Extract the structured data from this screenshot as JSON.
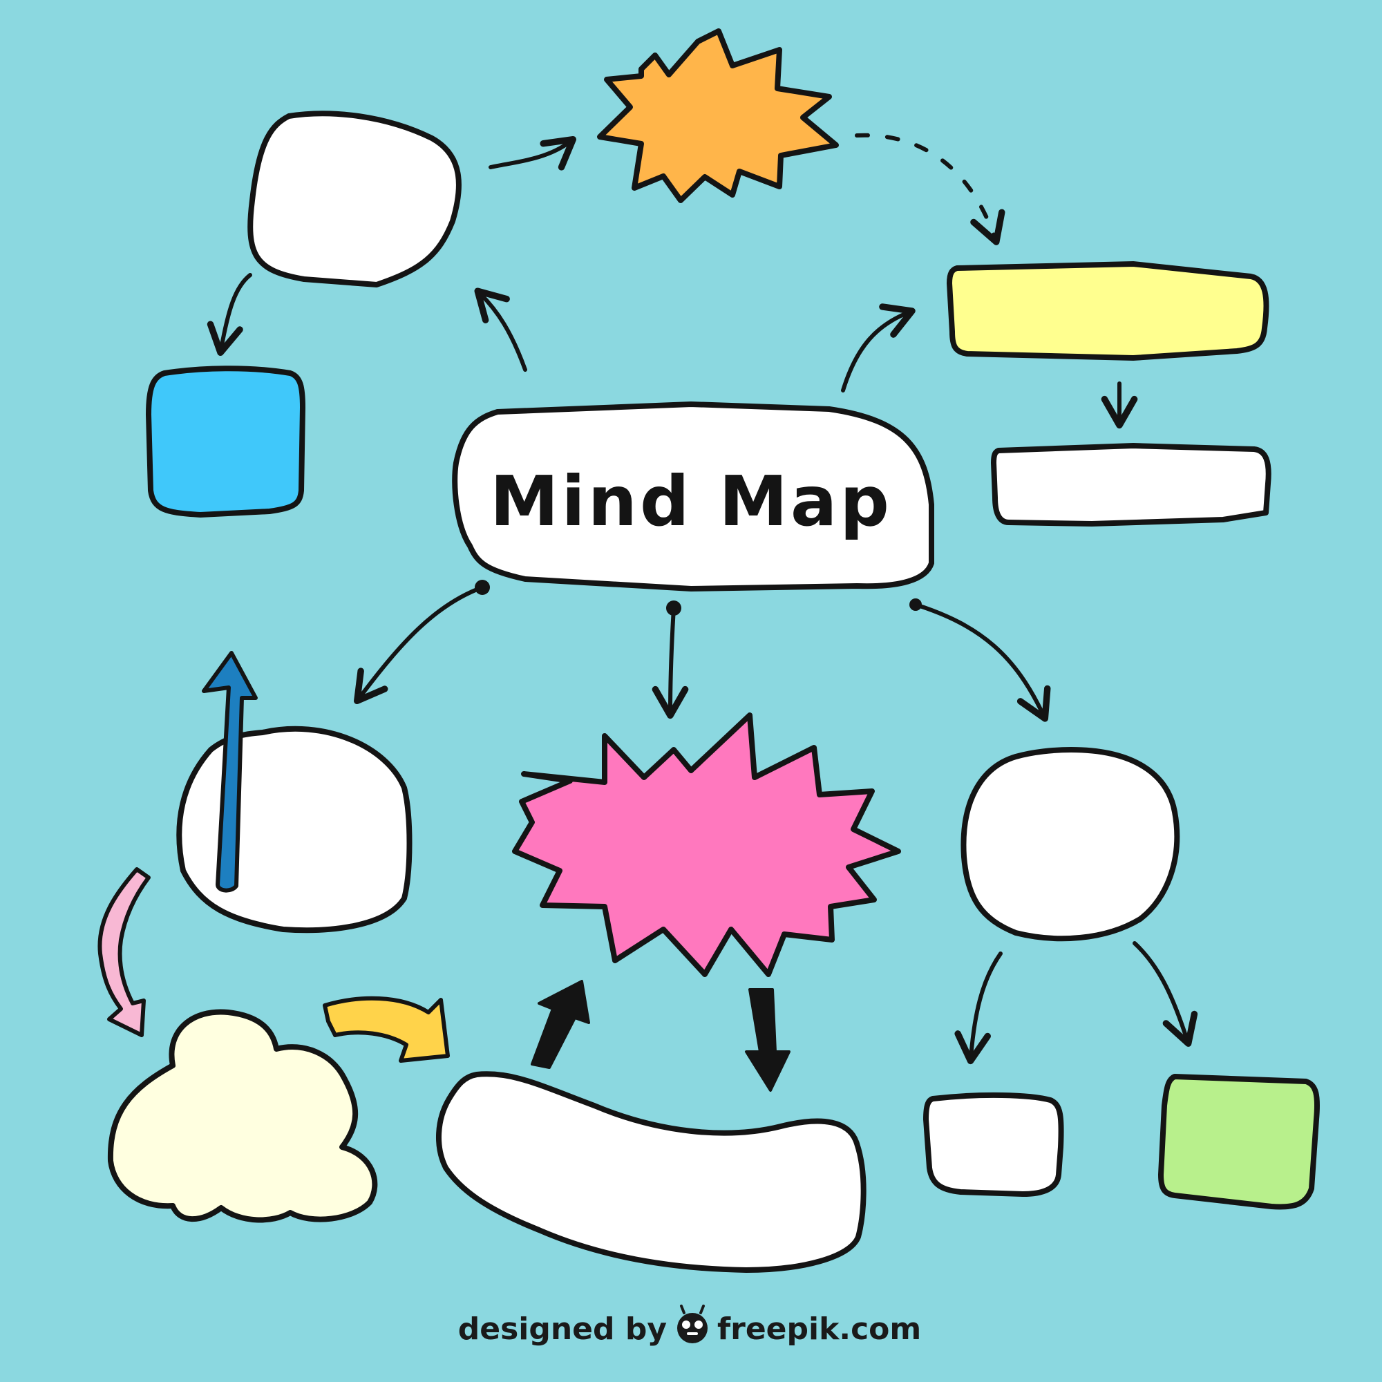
{
  "diagram": {
    "title": "Mind Map",
    "colors": {
      "background": "#8BD8E0",
      "outline": "#141414",
      "white": "#FFFFFF",
      "orange_burst": "#FFB54A",
      "yellow_bar": "#FFFF8F",
      "blue_box": "#40C8FA",
      "pink_burst": "#FF78BE",
      "cloud": "#FFFFE0",
      "green_box": "#B8F08C",
      "blue_arrow": "#1D7FC0",
      "pink_arrow": "#F8B8D4",
      "yellow_arrow": "#FFD34A"
    },
    "nodes": [
      {
        "id": "center",
        "shape": "rounded-rect",
        "fill": "white",
        "label": "Mind Map"
      },
      {
        "id": "top-left",
        "shape": "circle",
        "fill": "white"
      },
      {
        "id": "top-burst",
        "shape": "starburst",
        "fill": "orange_burst"
      },
      {
        "id": "top-right-bar",
        "shape": "rectangle",
        "fill": "yellow_bar"
      },
      {
        "id": "right-bar",
        "shape": "rectangle",
        "fill": "white"
      },
      {
        "id": "left-box",
        "shape": "rounded-square",
        "fill": "blue_box"
      },
      {
        "id": "bottom-left-circle",
        "shape": "circle",
        "fill": "white"
      },
      {
        "id": "center-burst",
        "shape": "starburst",
        "fill": "pink_burst"
      },
      {
        "id": "bottom-right-circle",
        "shape": "circle",
        "fill": "white"
      },
      {
        "id": "cloud",
        "shape": "cloud",
        "fill": "cloud"
      },
      {
        "id": "banner",
        "shape": "curved-banner",
        "fill": "white"
      },
      {
        "id": "small-white-box",
        "shape": "rounded-square",
        "fill": "white"
      },
      {
        "id": "green-box",
        "shape": "rounded-square",
        "fill": "green_box"
      }
    ]
  },
  "footer": {
    "credit_prefix": "designed by",
    "credit_brand": "freepik.com",
    "logo_icon": "freepik-logo-icon"
  }
}
